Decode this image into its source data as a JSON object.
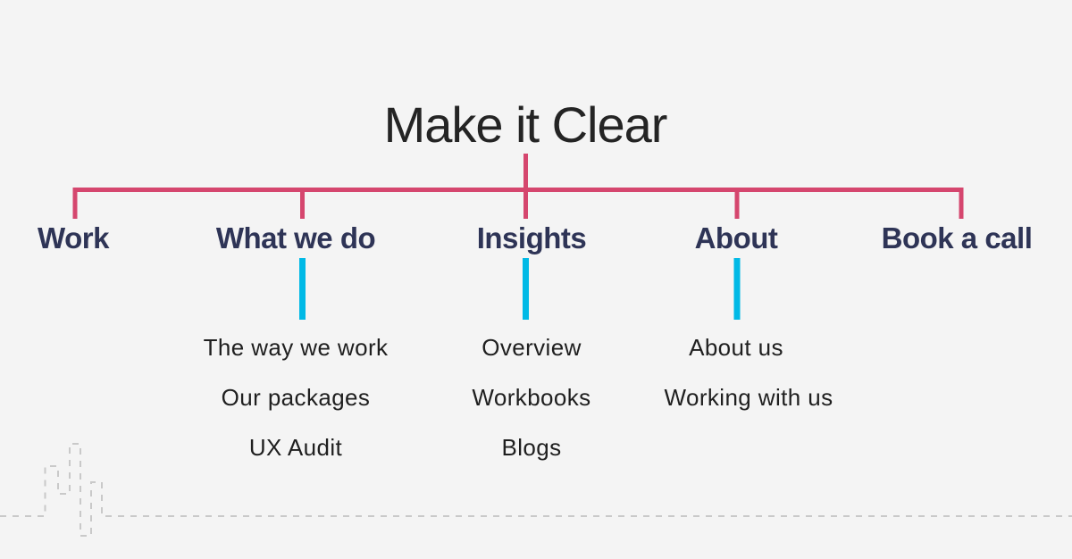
{
  "title": "Make it Clear",
  "colors": {
    "background": "#f4f4f4",
    "primary_connector": "#d5466e",
    "secondary_connector": "#00b9e6",
    "nav_label_text": "#2e3456",
    "sub_item_text": "#1f1f1f",
    "title_text": "#242424",
    "decoration_dash": "#c9c9c9"
  },
  "sitemap": {
    "nav": [
      {
        "label": "Work",
        "children": []
      },
      {
        "label": "What we do",
        "children": [
          "The way we work",
          "Our packages",
          "UX Audit"
        ]
      },
      {
        "label": "Insights",
        "children": [
          "Overview",
          "Workbooks",
          "Blogs"
        ]
      },
      {
        "label": "About",
        "children": [
          "About us",
          "Working with us"
        ]
      },
      {
        "label": "Book a call",
        "children": []
      }
    ]
  },
  "decoration": {
    "type": "dashed-skyline-baseline"
  }
}
